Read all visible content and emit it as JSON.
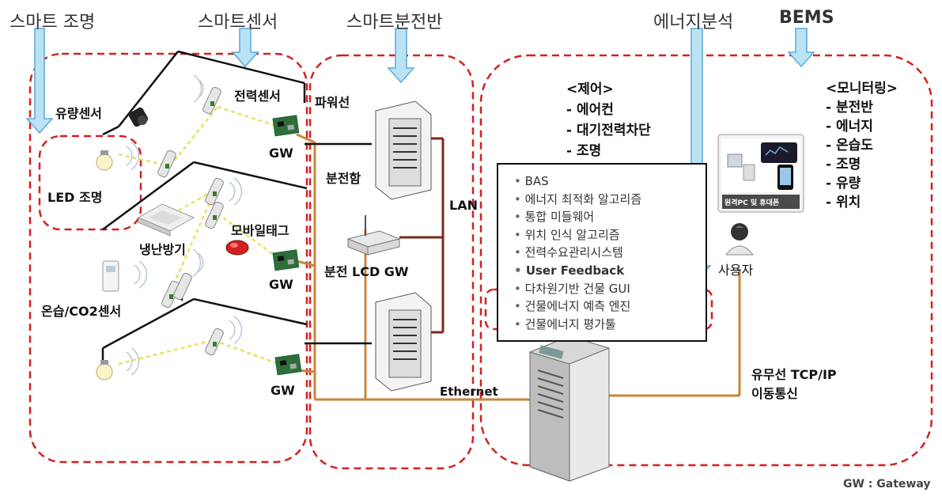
{
  "categories": {
    "smart_lighting": "스마트 조명",
    "smart_sensor": "스마트센서",
    "smart_panel": "스마트분전반",
    "energy_analysis": "에너지분석",
    "bems": "BEMS"
  },
  "devices": {
    "flow_sensor": "유량센서",
    "power_sensor": "전력센서",
    "power_line": "파워선",
    "led_light": "LED 조명",
    "gw1": "GW",
    "gw2": "GW",
    "gw3": "GW",
    "distribution_box": "분전함",
    "air_conditioner": "냉난방기",
    "mobile_tag": "모바일태그",
    "panel_lcd_gw": "분전 LCD GW",
    "temp_co2_sensor": "온습/CO2센서",
    "lan": "LAN",
    "ethernet": "Ethernet",
    "user": "사용자",
    "device_caption": "원격PC 및 휴대폰"
  },
  "control": {
    "title": "<제어>",
    "items": [
      "- 에어컨",
      "- 대기전력차단",
      "- 조명"
    ]
  },
  "monitoring": {
    "title": "<모니터링>",
    "items": [
      "- 분전반",
      "- 에너지",
      "- 온습도",
      "- 조명",
      "- 유량",
      "- 위치"
    ]
  },
  "software": {
    "items": [
      "BAS",
      "에너지 최적화 알고리즘",
      "통합 미들웨어",
      "위치 인식 알고리즘",
      "전력수요관리시스템",
      "User Feedback",
      "다차원기반 건물 GUI",
      "건물에너지 예측 엔진",
      "건물에너지 평가툴"
    ]
  },
  "comms": {
    "line1": "유무선 TCP/IP",
    "line2": "이동통신"
  },
  "legend": "GW : Gateway",
  "colors": {
    "dash_red": "#d42020",
    "arrow_fill": "#b9e3f5",
    "arrow_stroke": "#5aa9d6",
    "ethernet_line": "#c8863c",
    "lan_line": "#7a2a1a",
    "sensor_link": "#e8e060"
  }
}
